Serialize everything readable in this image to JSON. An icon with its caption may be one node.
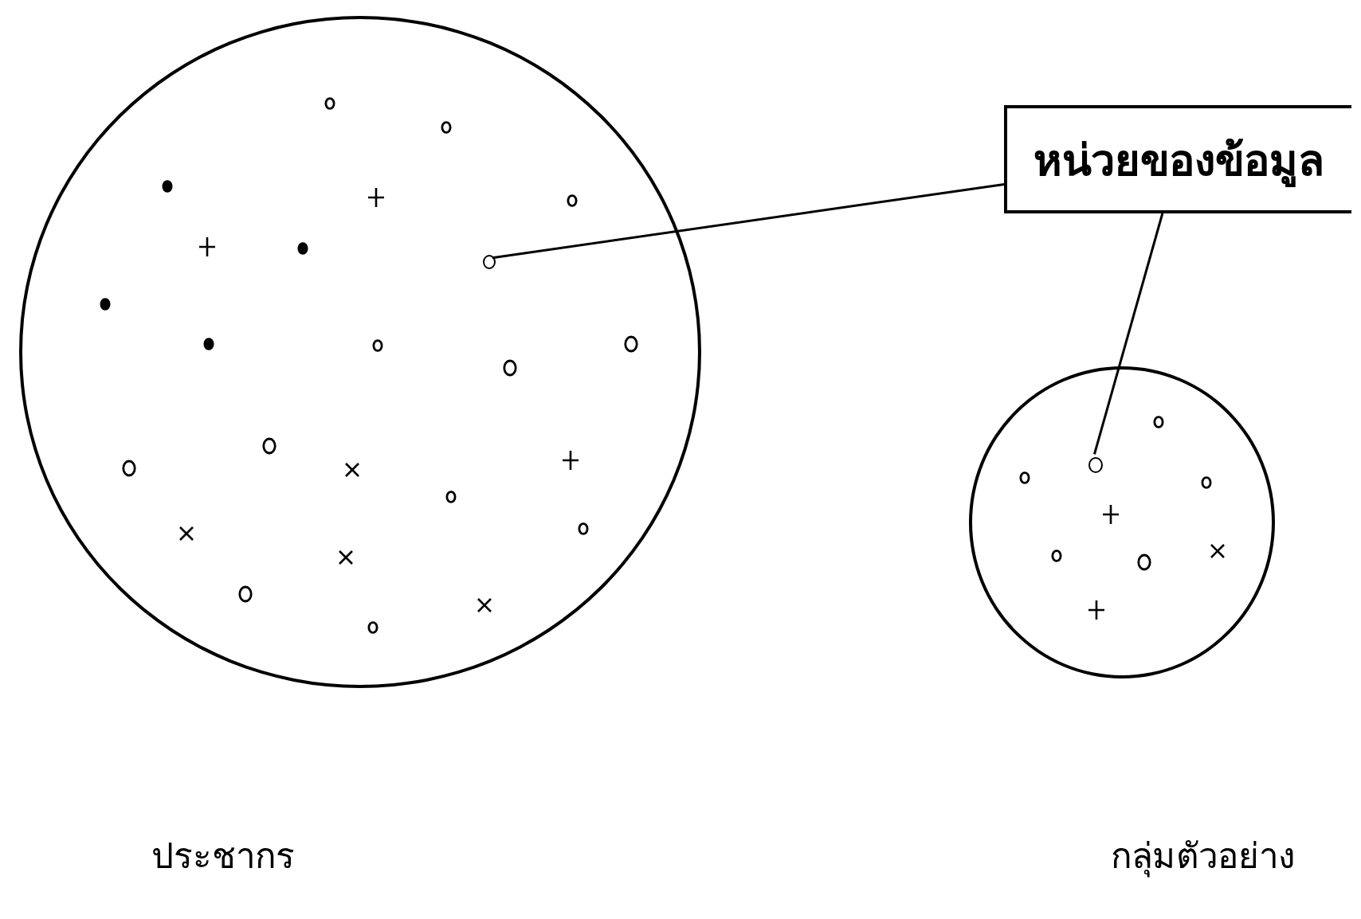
{
  "diagram": {
    "nodes": [
      {
        "text": [],
        "shape": "circle"
      },
      {
        "text": [],
        "shape": "circle"
      },
      {
        "text": [
          "หน่วยของข้อมูล"
        ]
      },
      {
        "text": [],
        "shape": "circle",
        "in": 0
      },
      {
        "text": [],
        "shape": "circle",
        "in": 1
      }
    ],
    "edges": [
      {
        "from": 2,
        "to": 3,
        "arrow": "none"
      },
      {
        "from": 2,
        "to": 4,
        "arrow": "none"
      }
    ],
    "labels": [
      "ประชากร",
      "กลุ่มตัวอย่าง"
    ]
  }
}
